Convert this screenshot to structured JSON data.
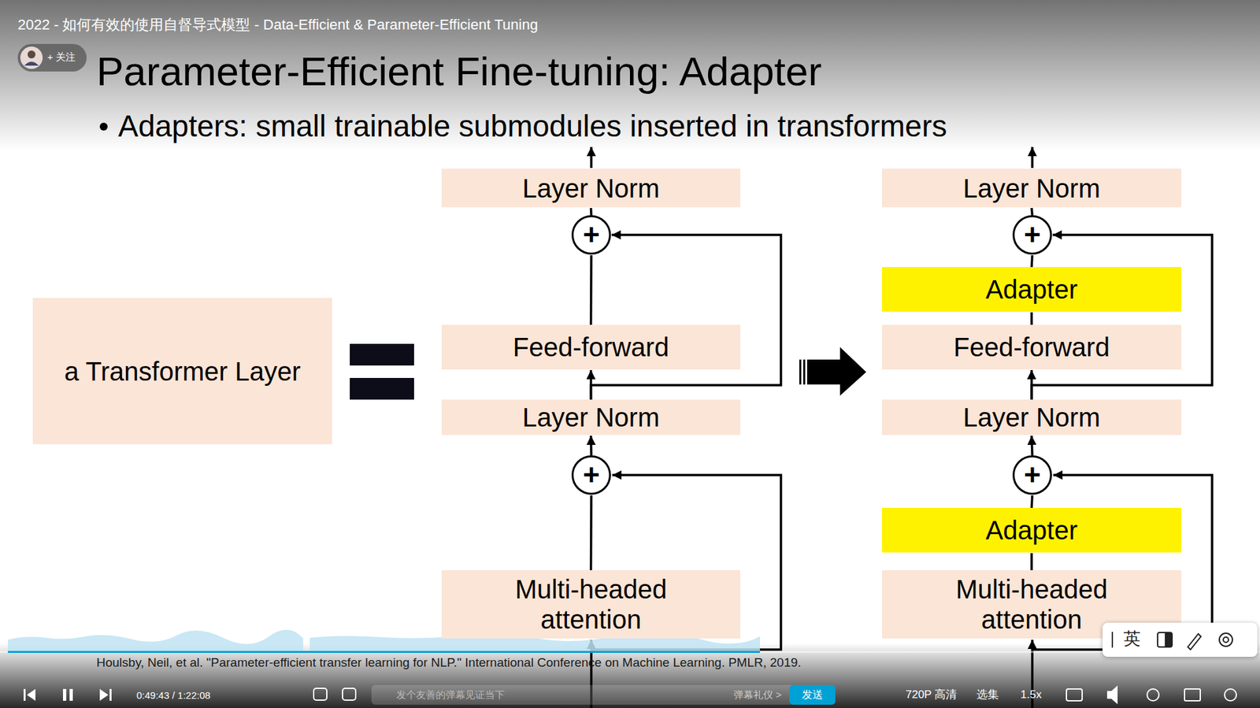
{
  "diagram": {
    "title": "Parameter-Efficient Fine-tuning: Adapter",
    "caption": "Houlsby, Neil, et al. \"Parameter-efficient transfer learning for NLP.\" International Conference on Machine Learning. PMLR, 2019.",
    "nodes": [
      {
        "text": [
          "a Transformer Layer"
        ]
      },
      {
        "text": [
          "Layer Norm"
        ]
      },
      {
        "text": [
          "+"
        ]
      },
      {
        "text": [
          "Feed-forward"
        ]
      },
      {
        "text": [
          "Layer Norm"
        ]
      },
      {
        "text": [
          "+"
        ]
      },
      {
        "text": [
          "Multi-headed attention"
        ]
      },
      {
        "text": [
          "Layer Norm"
        ]
      },
      {
        "text": [
          "+"
        ]
      },
      {
        "text": [
          "Adapter"
        ]
      },
      {
        "text": [
          "Feed-forward"
        ]
      },
      {
        "text": [
          "Layer Norm"
        ]
      },
      {
        "text": [
          "+"
        ]
      },
      {
        "text": [
          "Adapter"
        ]
      },
      {
        "text": [
          "Multi-headed attention"
        ]
      }
    ],
    "edges": [
      {
        "from": 6,
        "to": 5,
        "arrow": "none"
      },
      {
        "from": 5,
        "to": 4,
        "arrow": "to"
      },
      {
        "from": 4,
        "to": 3,
        "arrow": "to"
      },
      {
        "from": 4,
        "to": 2,
        "arrow": "to"
      },
      {
        "from": 3,
        "to": 2,
        "arrow": "none"
      },
      {
        "from": 2,
        "to": 1,
        "arrow": "none"
      },
      {
        "from": 14,
        "to": 13,
        "arrow": "none"
      },
      {
        "from": 13,
        "to": 12,
        "arrow": "none"
      },
      {
        "from": 12,
        "to": 11,
        "arrow": "to"
      },
      {
        "from": 11,
        "to": 10,
        "arrow": "to"
      },
      {
        "from": 11,
        "to": 8,
        "arrow": "to"
      },
      {
        "from": 10,
        "to": 9,
        "arrow": "none"
      },
      {
        "from": 9,
        "to": 8,
        "arrow": "none"
      },
      {
        "from": 8,
        "to": 7,
        "arrow": "none"
      }
    ],
    "labels": [
      "2022 - 如何有效的使用自督导式模型 - Data-Efficient & Parameter-Efficient Tuning",
      "+ 关注",
      "Adapters: small trainable submodules inserted in transformers",
      "0:49:43 / 1:22:08",
      "发个友善的弹幕见证当下",
      "弹幕礼仪 >",
      "发送",
      "720P 高清",
      "选集",
      "1.5x",
      "英"
    ]
  }
}
